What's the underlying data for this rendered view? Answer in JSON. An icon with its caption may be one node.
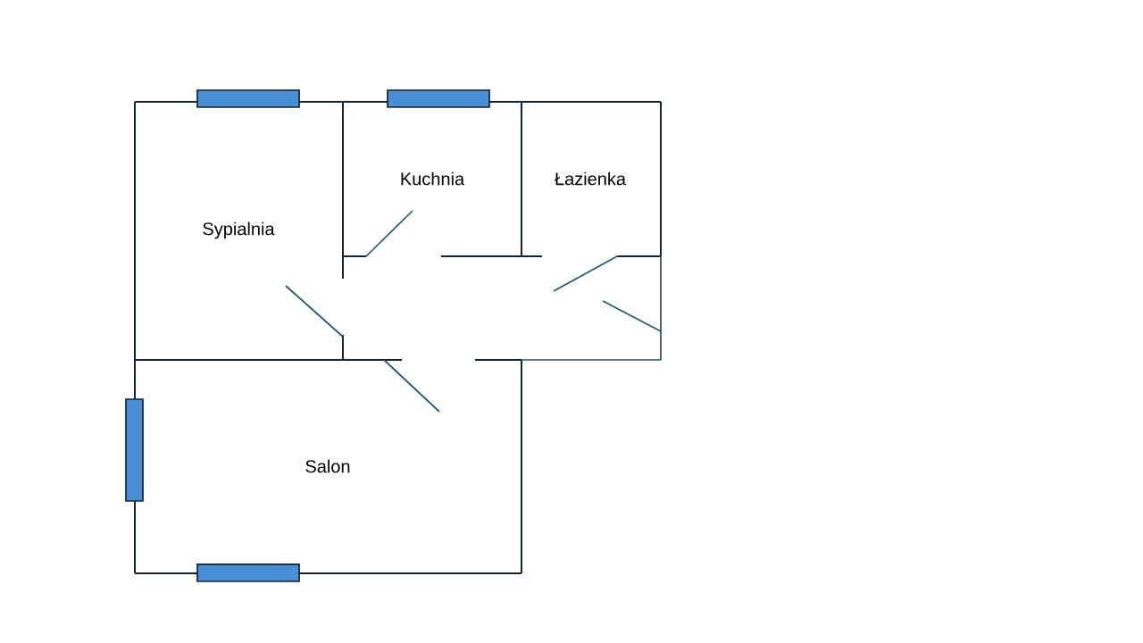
{
  "diagram": {
    "labels": [
      "Kuchnia",
      "Łazienka",
      "Sypialnia",
      "Salon"
    ]
  }
}
